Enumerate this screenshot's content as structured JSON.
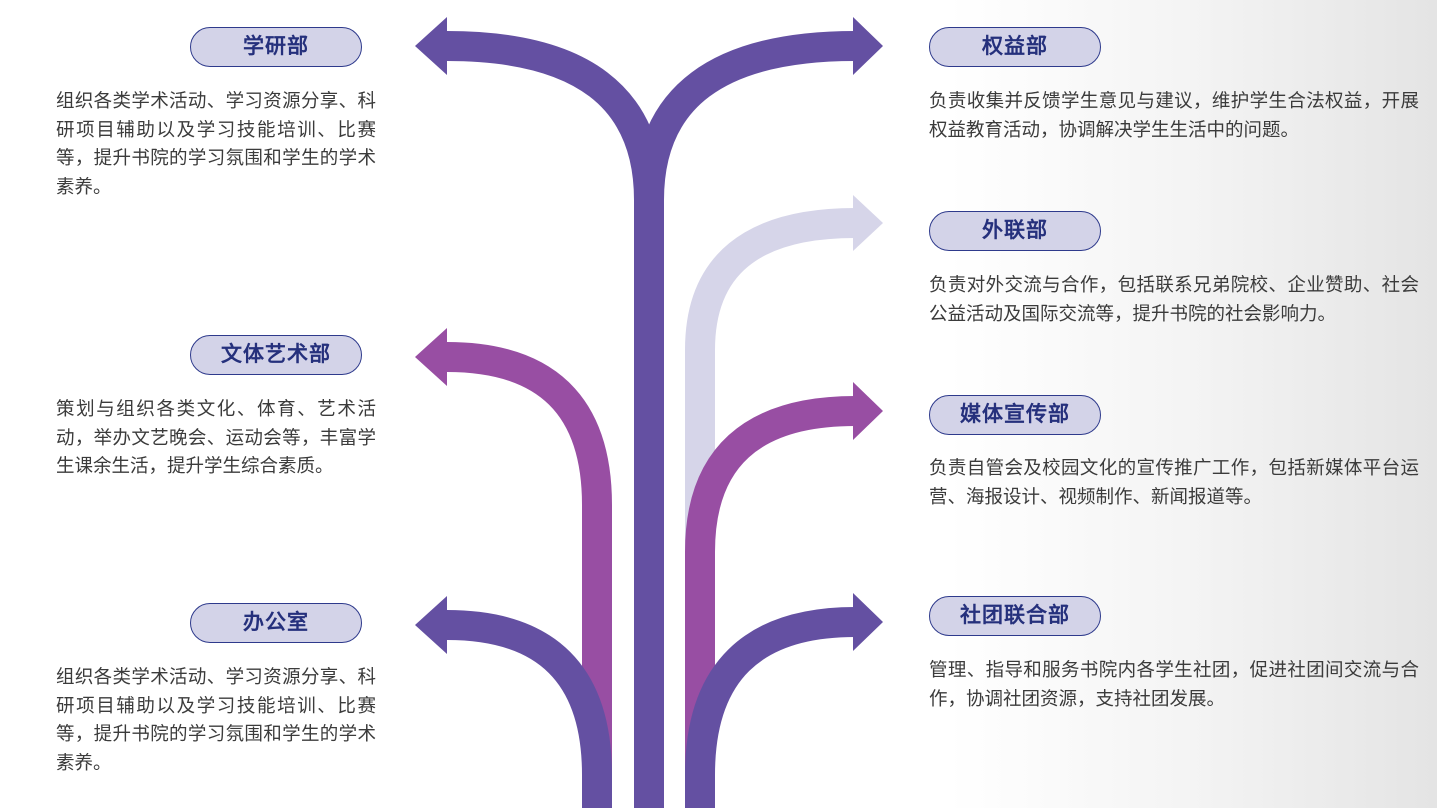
{
  "departments": {
    "xueyan": {
      "name": "学研部",
      "desc": "组织各类学术活动、学习资源分享、科研项目辅助以及学习技能培训、比赛等，提升书院的学习氛围和学生的学术素养。"
    },
    "wenti": {
      "name": "文体艺术部",
      "desc": "策划与组织各类文化、体育、艺术活动，举办文艺晚会、运动会等，丰富学生课余生活，提升学生综合素质。"
    },
    "bangong": {
      "name": "办公室",
      "desc": "组织各类学术活动、学习资源分享、科研项目辅助以及学习技能培训、比赛等，提升书院的学习氛围和学生的学术素养。"
    },
    "quanyi": {
      "name": "权益部",
      "desc": "负责收集并反馈学生意见与建议，维护学生合法权益，开展权益教育活动，协调解决学生生活中的问题。"
    },
    "wailian": {
      "name": "外联部",
      "desc": "负责对外交流与合作，包括联系兄弟院校、企业赞助、社会公益活动及国际交流等，提升书院的社会影响力。"
    },
    "meiti": {
      "name": "媒体宣传部",
      "desc": "负责自管会及校园文化的宣传推广工作，包括新媒体平台运营、海报设计、视频制作、新闻报道等。"
    },
    "shetuan": {
      "name": "社团联合部",
      "desc": "管理、指导和服务书院内各学生社团，促进社团间交流与合作，协调社团资源，支持社团发展。"
    }
  },
  "colors": {
    "trunk": "#6450a2",
    "magenta_branch": "#984ea3",
    "light_branch": "#d6d5e9",
    "label_fill": "#d3d3e8",
    "label_border": "#2e3a8c",
    "label_text": "#25307c"
  }
}
